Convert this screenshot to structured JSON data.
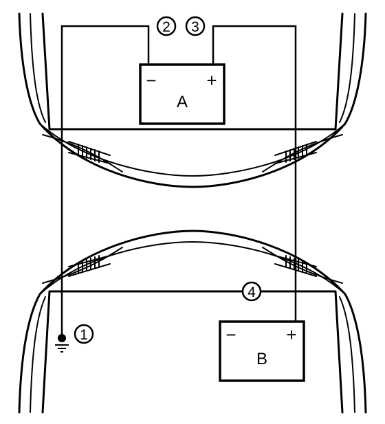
{
  "battery_a": {
    "label": "A",
    "neg": "−",
    "pos": "+"
  },
  "battery_b": {
    "label": "B",
    "neg": "−",
    "pos": "+"
  },
  "callouts": {
    "c1": "1",
    "c2": "2",
    "c3": "3",
    "c4": "4"
  },
  "colors": {
    "line": "#000000",
    "background": "#ffffff"
  }
}
